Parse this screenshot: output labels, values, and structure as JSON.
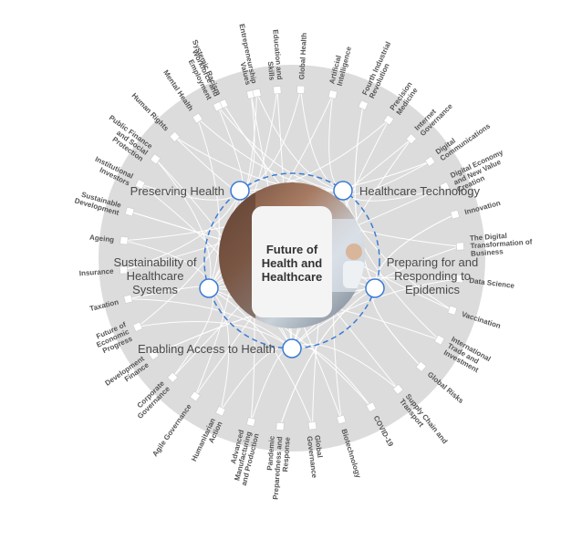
{
  "center": {
    "title_lines": [
      "Future of",
      "Health and",
      "Healthcare"
    ]
  },
  "key_issues": [
    {
      "lines": [
        "Preserving Health"
      ]
    },
    {
      "lines": [
        "Healthcare Technology"
      ]
    },
    {
      "lines": [
        "Preparing for and",
        "Responding to",
        "Epidemics"
      ]
    },
    {
      "lines": [
        "Enabling Access to Health"
      ]
    },
    {
      "lines": [
        "Sustainability of",
        "Healthcare",
        "Systems"
      ]
    }
  ],
  "ring_topics": [
    {
      "lines": [
        "Global Health"
      ]
    },
    {
      "lines": [
        "Artificial",
        "Intelligence"
      ]
    },
    {
      "lines": [
        "Fourth Industrial",
        "Revolution"
      ]
    },
    {
      "lines": [
        "Precision",
        "Medicine"
      ]
    },
    {
      "lines": [
        "Internet",
        "Governance"
      ]
    },
    {
      "lines": [
        "Digital",
        "Communications"
      ]
    },
    {
      "lines": [
        "Digital Economy",
        "and New Value",
        "Creation"
      ]
    },
    {
      "lines": [
        "Innovation"
      ]
    },
    {
      "lines": [
        "The Digital",
        "Transformation of",
        "Business"
      ]
    },
    {
      "lines": [
        "Data Science"
      ]
    },
    {
      "lines": [
        "Vaccination"
      ]
    },
    {
      "lines": [
        "International",
        "Trade and",
        "Investment"
      ]
    },
    {
      "lines": [
        "Global Risks"
      ]
    },
    {
      "lines": [
        "Supply Chain and",
        "Transport"
      ]
    },
    {
      "lines": [
        "COVID-19"
      ]
    },
    {
      "lines": [
        "Biotechnology"
      ]
    },
    {
      "lines": [
        "Global",
        "Governance"
      ]
    },
    {
      "lines": [
        "Pandemic",
        "Preparedness and",
        "Response"
      ]
    },
    {
      "lines": [
        "Advanced",
        "Manufacturing",
        "and Production"
      ]
    },
    {
      "lines": [
        "Humanitarian",
        "Action"
      ]
    },
    {
      "lines": [
        "Agile Governance"
      ]
    },
    {
      "lines": [
        "Corporate",
        "Governance"
      ]
    },
    {
      "lines": [
        "Development",
        "Finance"
      ]
    },
    {
      "lines": [
        "Future of",
        "Economic",
        "Progress"
      ]
    },
    {
      "lines": [
        "Taxation"
      ]
    },
    {
      "lines": [
        "Insurance"
      ]
    },
    {
      "lines": [
        "Ageing"
      ]
    },
    {
      "lines": [
        "Sustainable",
        "Development"
      ]
    },
    {
      "lines": [
        "Institutional",
        "Investors"
      ]
    },
    {
      "lines": [
        "Public Finance",
        "and Social",
        "Protection"
      ]
    },
    {
      "lines": [
        "Human Rights"
      ]
    },
    {
      "lines": [
        "Mental Health"
      ]
    },
    {
      "lines": [
        "Systemic Racism"
      ]
    },
    {
      "lines": [
        "Values"
      ]
    },
    {
      "lines": [
        "Education and",
        "Skills"
      ]
    },
    {
      "lines": [
        "Workforce and",
        "Employment"
      ]
    },
    {
      "lines": [
        "Entrepreneurship"
      ]
    }
  ],
  "colors": {
    "ring_fill": "#dcdcdc",
    "links": "#ffffff",
    "inner_dash": "#3a7bd5",
    "node_stroke": "#3a7bd5",
    "node_fill": "#ffffff",
    "label": "#555555",
    "center_card": "#f4f4f4"
  }
}
